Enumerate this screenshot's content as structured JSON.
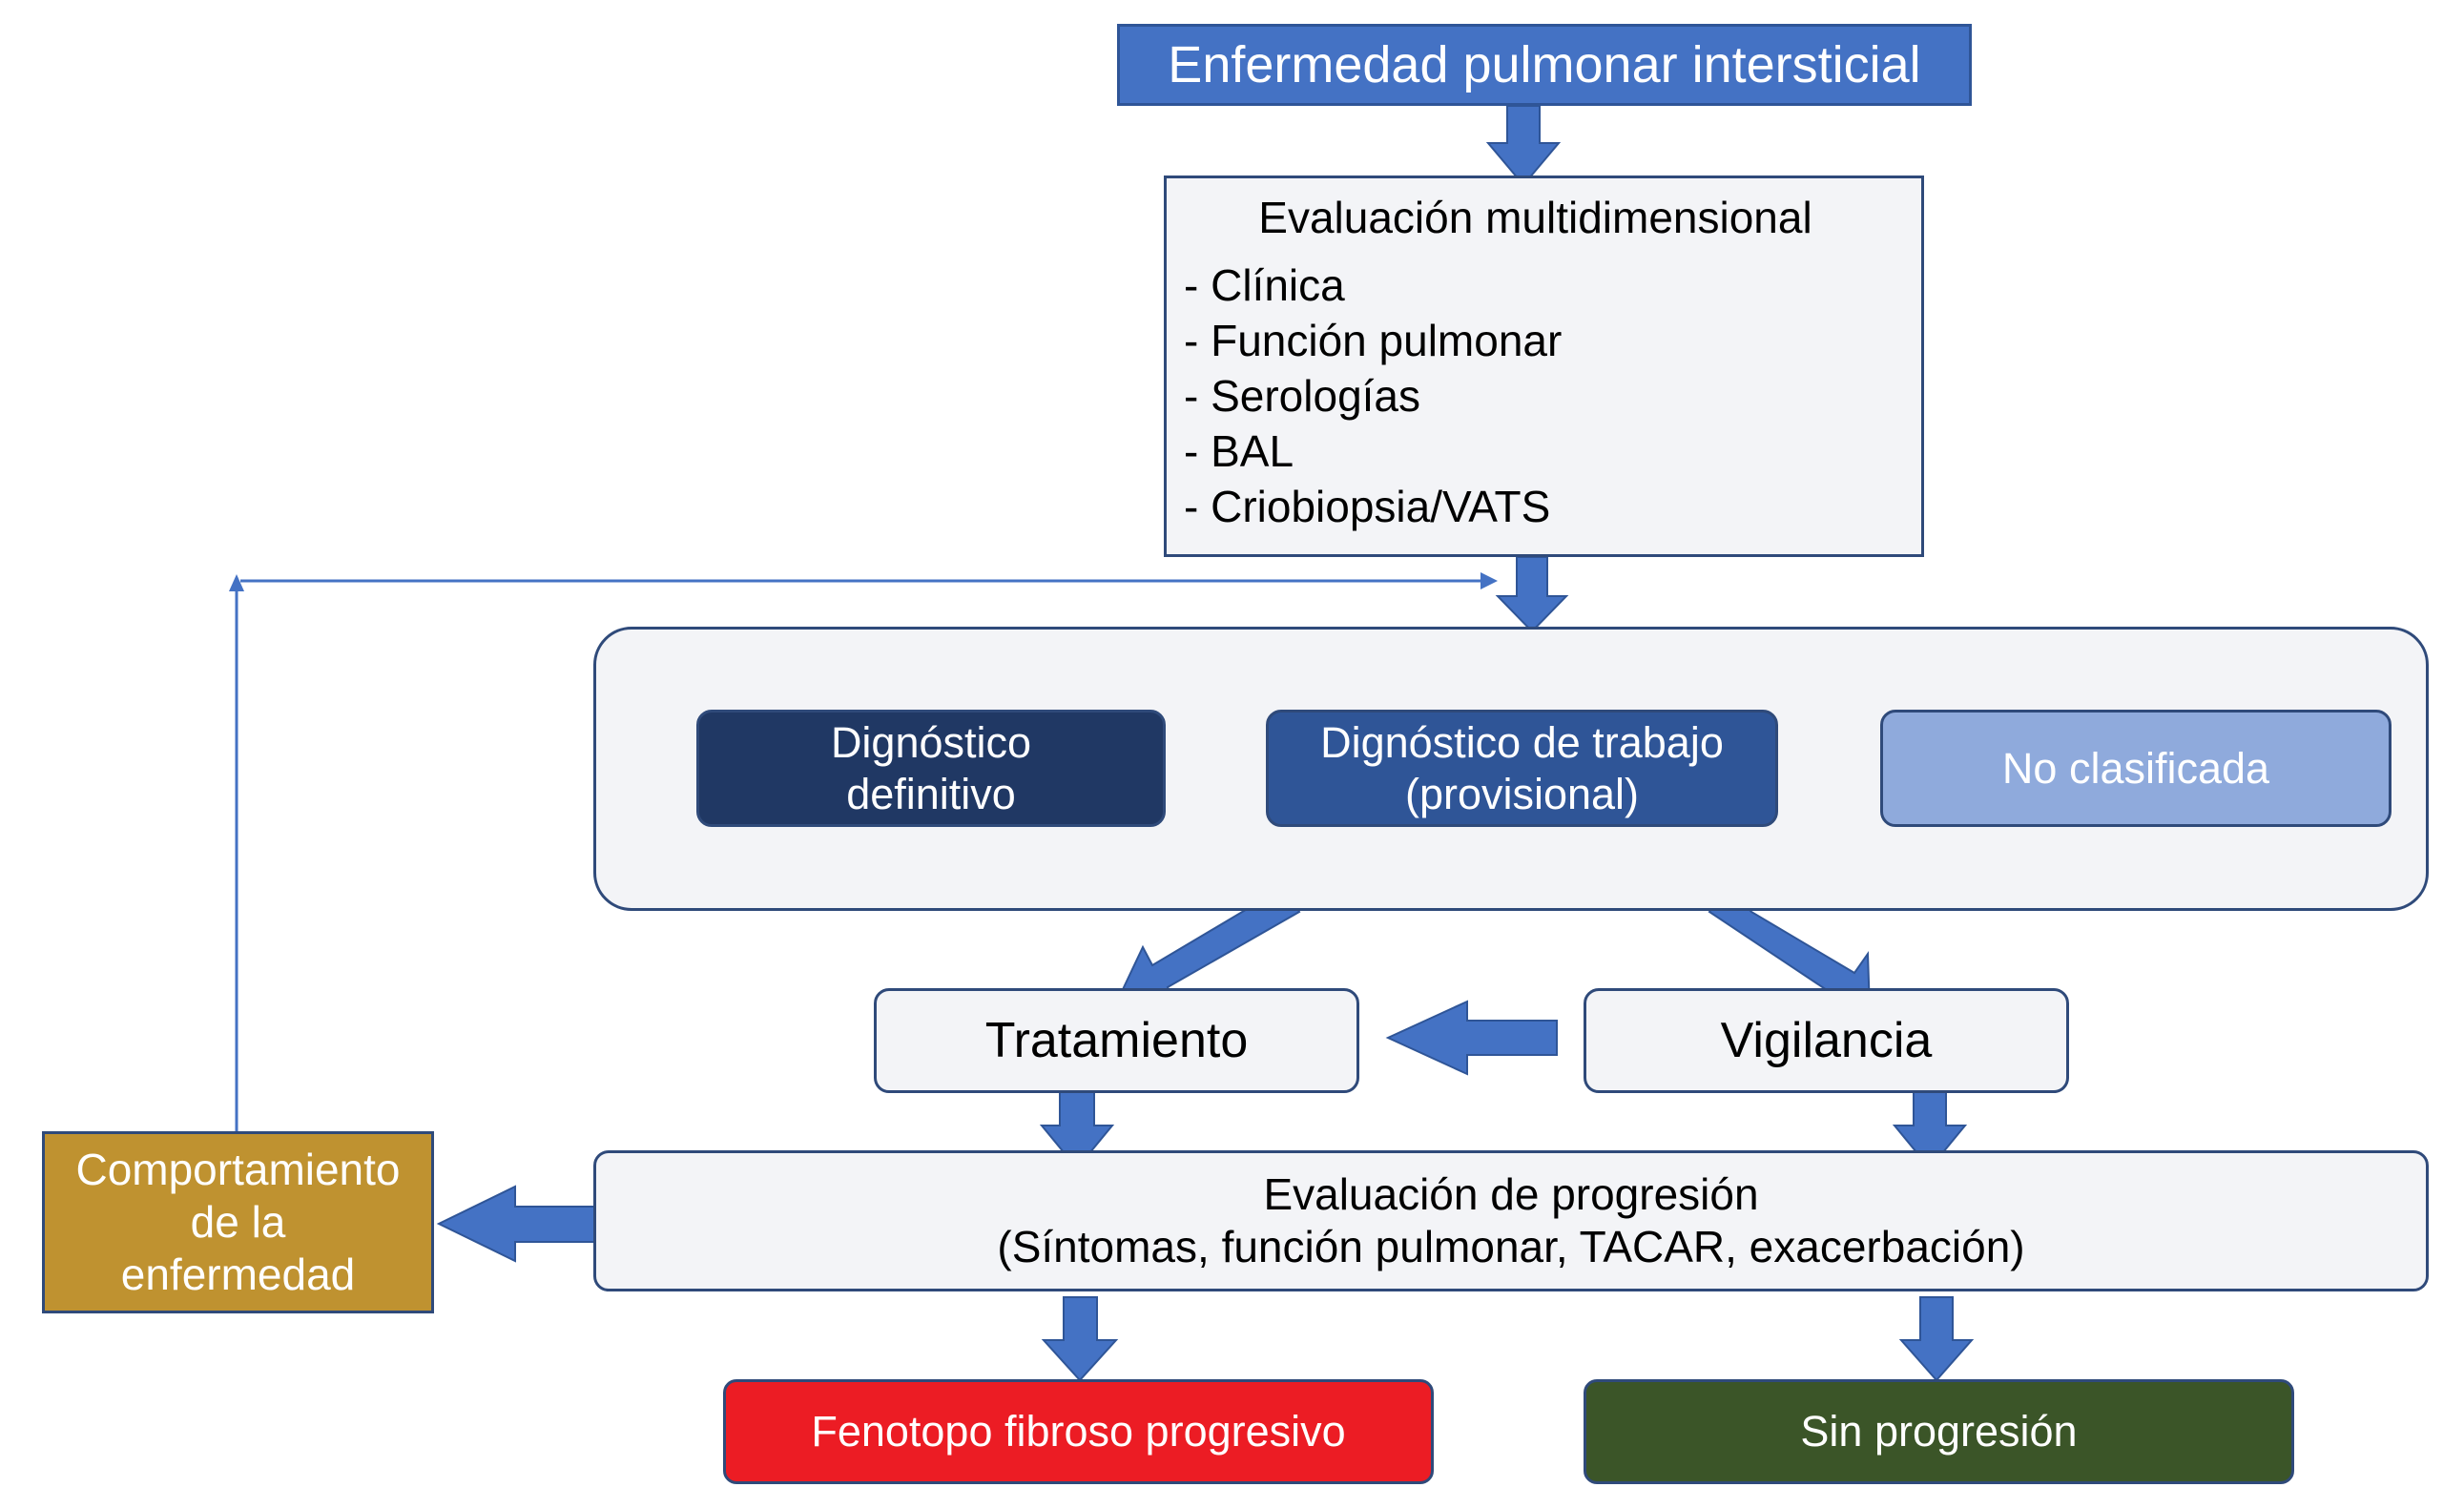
{
  "title": "Enfermedad pulmonar intersticial",
  "evaluation": {
    "title": "Evaluación multidimensional",
    "items": [
      "- Clínica",
      "- Función pulmonar",
      "- Serologías",
      "- BAL",
      "- Criobiopsia/VATS"
    ]
  },
  "diagnosis": {
    "definitive": [
      "Dignóstico",
      "definitivo"
    ],
    "provisional": [
      "Dignóstico de trabajo",
      "(provisional)"
    ],
    "unclassified": "No clasificada"
  },
  "treatment": "Tratamiento",
  "surveillance": "Vigilancia",
  "progression": {
    "title": "Evaluación de progresión",
    "subtitle": "(Síntomas, función pulmonar, TACAR, exacerbación)"
  },
  "behavior": [
    "Comportamiento",
    "de la",
    "enfermedad"
  ],
  "outcomes": {
    "progressive": "Fenotopo fibroso progresivo",
    "no_progression": "Sin progresión"
  },
  "colors": {
    "arrow": "#4472C4",
    "title_box": "#4472C4",
    "definitive": "#203864",
    "provisional": "#2F5597",
    "unclassified": "#8FAADC",
    "behavior": "#BF9230",
    "progressive": "#EC1C24",
    "no_progression": "#3B5528",
    "panel": "#F3F4F7"
  }
}
